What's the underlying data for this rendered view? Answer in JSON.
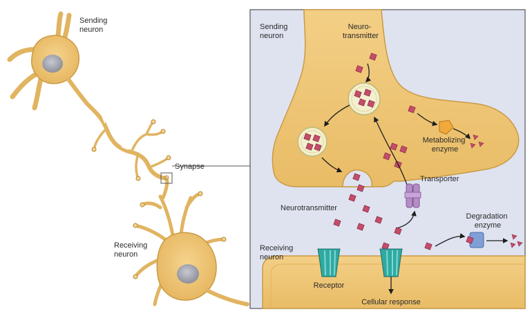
{
  "labels": {
    "sending_neuron": [
      "Sending",
      "neuron"
    ],
    "synapse": "Synapse",
    "receiving_neuron": [
      "Receiving",
      "neuron"
    ],
    "panel_sending_neuron": [
      "Sending",
      "neuron"
    ],
    "neurotransmitter_top": [
      "Neuro-",
      "transmitter"
    ],
    "metabolizing_enzyme": [
      "Metabolizing",
      "enzyme"
    ],
    "transporter": "Transporter",
    "neurotransmitter_cleft": "Neurotransmitter",
    "degradation_enzyme": [
      "Degradation",
      "enzyme"
    ],
    "panel_receiving_neuron": [
      "Receiving",
      "neuron"
    ],
    "receptor": "Receptor",
    "cellular_response": "Cellular response"
  },
  "colors": {
    "neuron_fill": "#f2c97a",
    "neuron_edge": "#c99a45",
    "panel_bg": "#dfe3f0",
    "panel_border": "#555555",
    "neurotransmitter": "#c44d6a",
    "vesicle": "#f3f0cf",
    "transporter": "#b58cc8",
    "receptor": "#2fa9a1",
    "metabolizing_enzyme": "#f0a93a",
    "degradation_enzyme": "#7f9fd6",
    "nucleus": "#a7a9b3"
  }
}
